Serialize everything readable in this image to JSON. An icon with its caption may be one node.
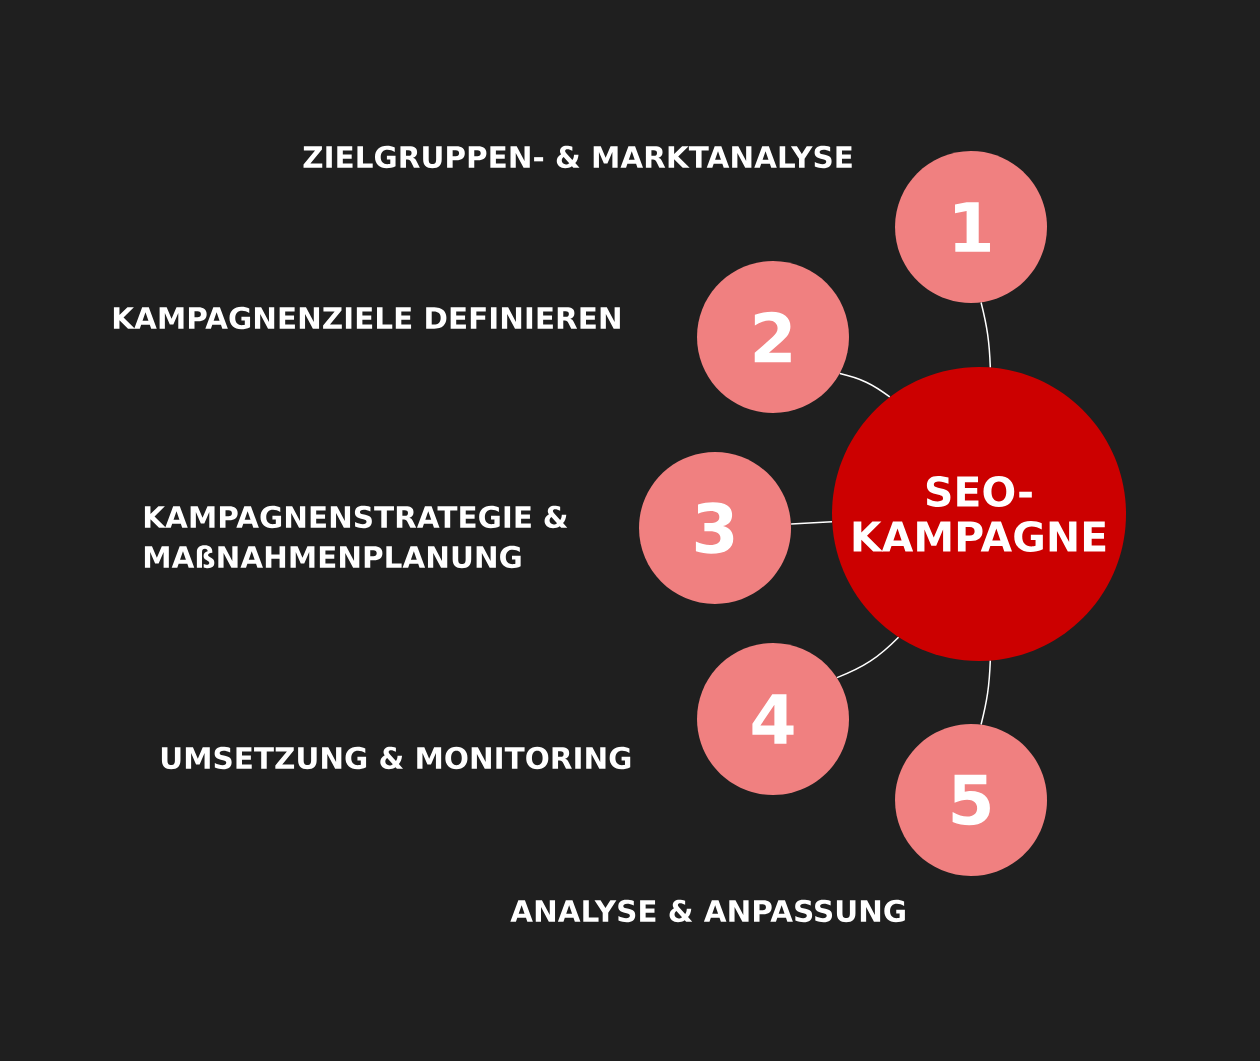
{
  "diagram": {
    "nodes": [
      {
        "text": [
          "SEO- KAMPAGNE"
        ]
      },
      {
        "text": [
          "1"
        ],
        "beside": [
          "ZIELGRUPPEN- & MARKTANALYSE"
        ]
      },
      {
        "text": [
          "2"
        ],
        "beside": [
          "KAMPAGNENZIELE DEFINIEREN"
        ]
      },
      {
        "text": [
          "3"
        ],
        "beside": [
          "KAMPAGNENSTRATEGIE & MAßNAHMENPLANUNG"
        ]
      },
      {
        "text": [
          "4"
        ],
        "beside": [
          "UMSETZUNG & MONITORING"
        ]
      },
      {
        "text": [
          "5"
        ],
        "beside": [
          "ANALYSE & ANPASSUNG"
        ]
      }
    ],
    "edges": [
      {
        "from": 0,
        "to": 1,
        "arrow": "none"
      },
      {
        "from": 0,
        "to": 2,
        "arrow": "none"
      },
      {
        "from": 0,
        "to": 3,
        "arrow": "none"
      },
      {
        "from": 0,
        "to": 4,
        "arrow": "none"
      },
      {
        "from": 0,
        "to": 5,
        "arrow": "none"
      }
    ]
  }
}
